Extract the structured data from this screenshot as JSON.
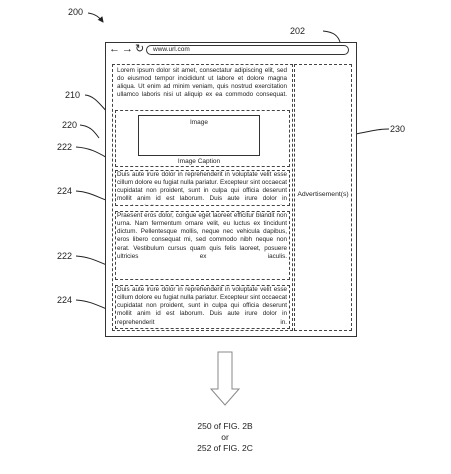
{
  "labels": {
    "figure_ref": "200",
    "browser_ref": "202",
    "content_ref": "210",
    "image_block_ref": "220",
    "caption_ref": "222",
    "text_block_ref_a": "224",
    "text_block_ref_b": "222",
    "text_block_ref_c": "224",
    "ad_ref": "230"
  },
  "browser": {
    "url": "www.url.com",
    "back_glyph": "←",
    "forward_glyph": "→",
    "reload_glyph": "↻"
  },
  "content": {
    "para1": "Lorem ipsum dolor sit amet, consectatur adipiscing elit, sed do eiusmod tempor incididunt ut labore et dolore magna aliqua. Ut enim ad minim veniam, quis nostrud exercitation ullamco laboris nisi ut aliquip ex ea commodo consequat.",
    "image_label": "Image",
    "image_caption": "Image Caption",
    "para2": "Duis aute irure dolor in reprehenderit in voluptate velit esse cillum dolore eu fugiat nulla pariatur. Excepteur sint occaecat cupidatat non proident, sunt in culpa qui officia deserunt mollit anim id est laborum. Duis aute irure dolor in reprehenderit in.",
    "para3": "Praesent eros dolor, congue eget laoreet efficitur blandit non urna. Nam fermentum ornare velit, eu luctus ex tincidunt dictum. Pellentesque mollis, neque nec vehicula dapibus, eros libero consequat mi, sed commodo nibh neque non erat. Vestibulum cursus quam quis felis laoreet, posuere ultricies ex iaculis.",
    "para4": "Duis aute irure dolor in reprehenderit in voluptate velit esse cillum dolore eu fugiat nulla pariatur. Excepteur sint occaecat cupidatat non proident, sunt in culpa qui officia deserunt mollit anim id est laborum. Duis aute irure dolor in reprehenderit in."
  },
  "sidebar": {
    "ad_label": "Advertisement(s)"
  },
  "footer": {
    "line1": "250 of FIG. 2B",
    "line2": "or",
    "line3": "252 of FIG. 2C"
  }
}
